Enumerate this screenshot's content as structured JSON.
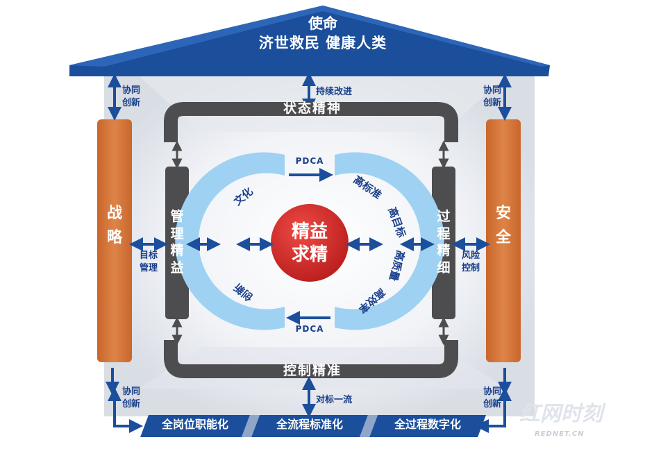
{
  "roof": {
    "title": "使命",
    "subtitle": "济世救民 健康人类"
  },
  "top_links": {
    "left": "协同\n创新",
    "center": "持续改进",
    "right": "协同\n创新"
  },
  "bottom_links": {
    "left": "协同\n创新",
    "center": "对标一流",
    "right": "协同\n创新"
  },
  "pillars": {
    "left": "战\n略",
    "right": "安\n全"
  },
  "side_links": {
    "left": "目标\n管理",
    "right": "风险\n控制"
  },
  "frame": {
    "top": "状态精神",
    "bottom": "控制精准",
    "left": "管\n理\n精\n益",
    "right": "过\n程\n精\n细"
  },
  "core": {
    "text": "精益\n求精"
  },
  "cycle": {
    "pdca_top": "PDCA",
    "pdca_bottom": "PDCA",
    "left_top": "文化",
    "left_bottom": "创新",
    "right_1": "高标准",
    "right_2": "高目标",
    "right_3": "高质量",
    "right_4": "高效率"
  },
  "foundation": [
    "全岗位职能化",
    "全流程标准化",
    "全过程数字化"
  ],
  "watermark": {
    "brand": "红网时刻",
    "site": "REDNET.CN"
  },
  "colors": {
    "navy": "#1b4f9c",
    "orange": "#d4753a",
    "frame_gray": "#4d4d4f",
    "ring_blue": "#9fd2f2",
    "core_red": "#d42b2b",
    "text_blue": "#1a3f8a"
  }
}
